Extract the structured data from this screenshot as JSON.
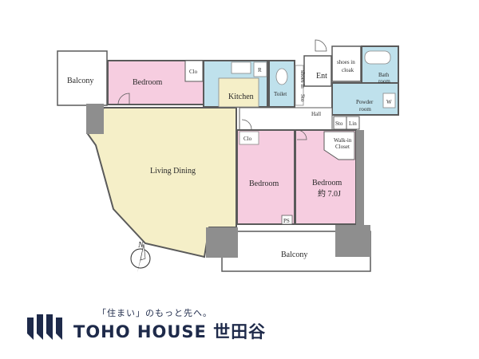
{
  "rooms": {
    "balcony_left": "Balcony",
    "bedroom_top": "Bedroom",
    "closet_top": "Clo",
    "fridge": "R",
    "kitchen": "Kitchen",
    "toilet": "Toilet",
    "shoes_small": "shoes in",
    "storage_small": "Sto",
    "entrance": "Ent",
    "shoes_cloak_1": "shoes in",
    "shoes_cloak_2": "cloak",
    "bathroom_1": "Bath",
    "bathroom_2": "room",
    "powder_1": "Powder",
    "powder_2": "room",
    "washer": "W",
    "hall": "Hall",
    "storage": "Sto",
    "linen": "Lin",
    "closet_mid": "Clo",
    "walkin_1": "Walk-in",
    "walkin_2": "Closet",
    "living_dining": "Living Dining",
    "bedroom_center": "Bedroom",
    "bedroom_right": "Bedroom",
    "bedroom_right_size": "約 7.0J",
    "pipe_space": "PS",
    "balcony_bottom": "Balcony",
    "north": "N"
  },
  "colors": {
    "bedroom": "#f6cde0",
    "living": "#f5efc8",
    "wet": "#bfe1ec",
    "wall": "#5a5a5a",
    "brand": "#1e2a4a"
  },
  "footer": {
    "slogan": "「住まい」のもっと先へ。",
    "brand": "TOHO HOUSE 世田谷"
  }
}
